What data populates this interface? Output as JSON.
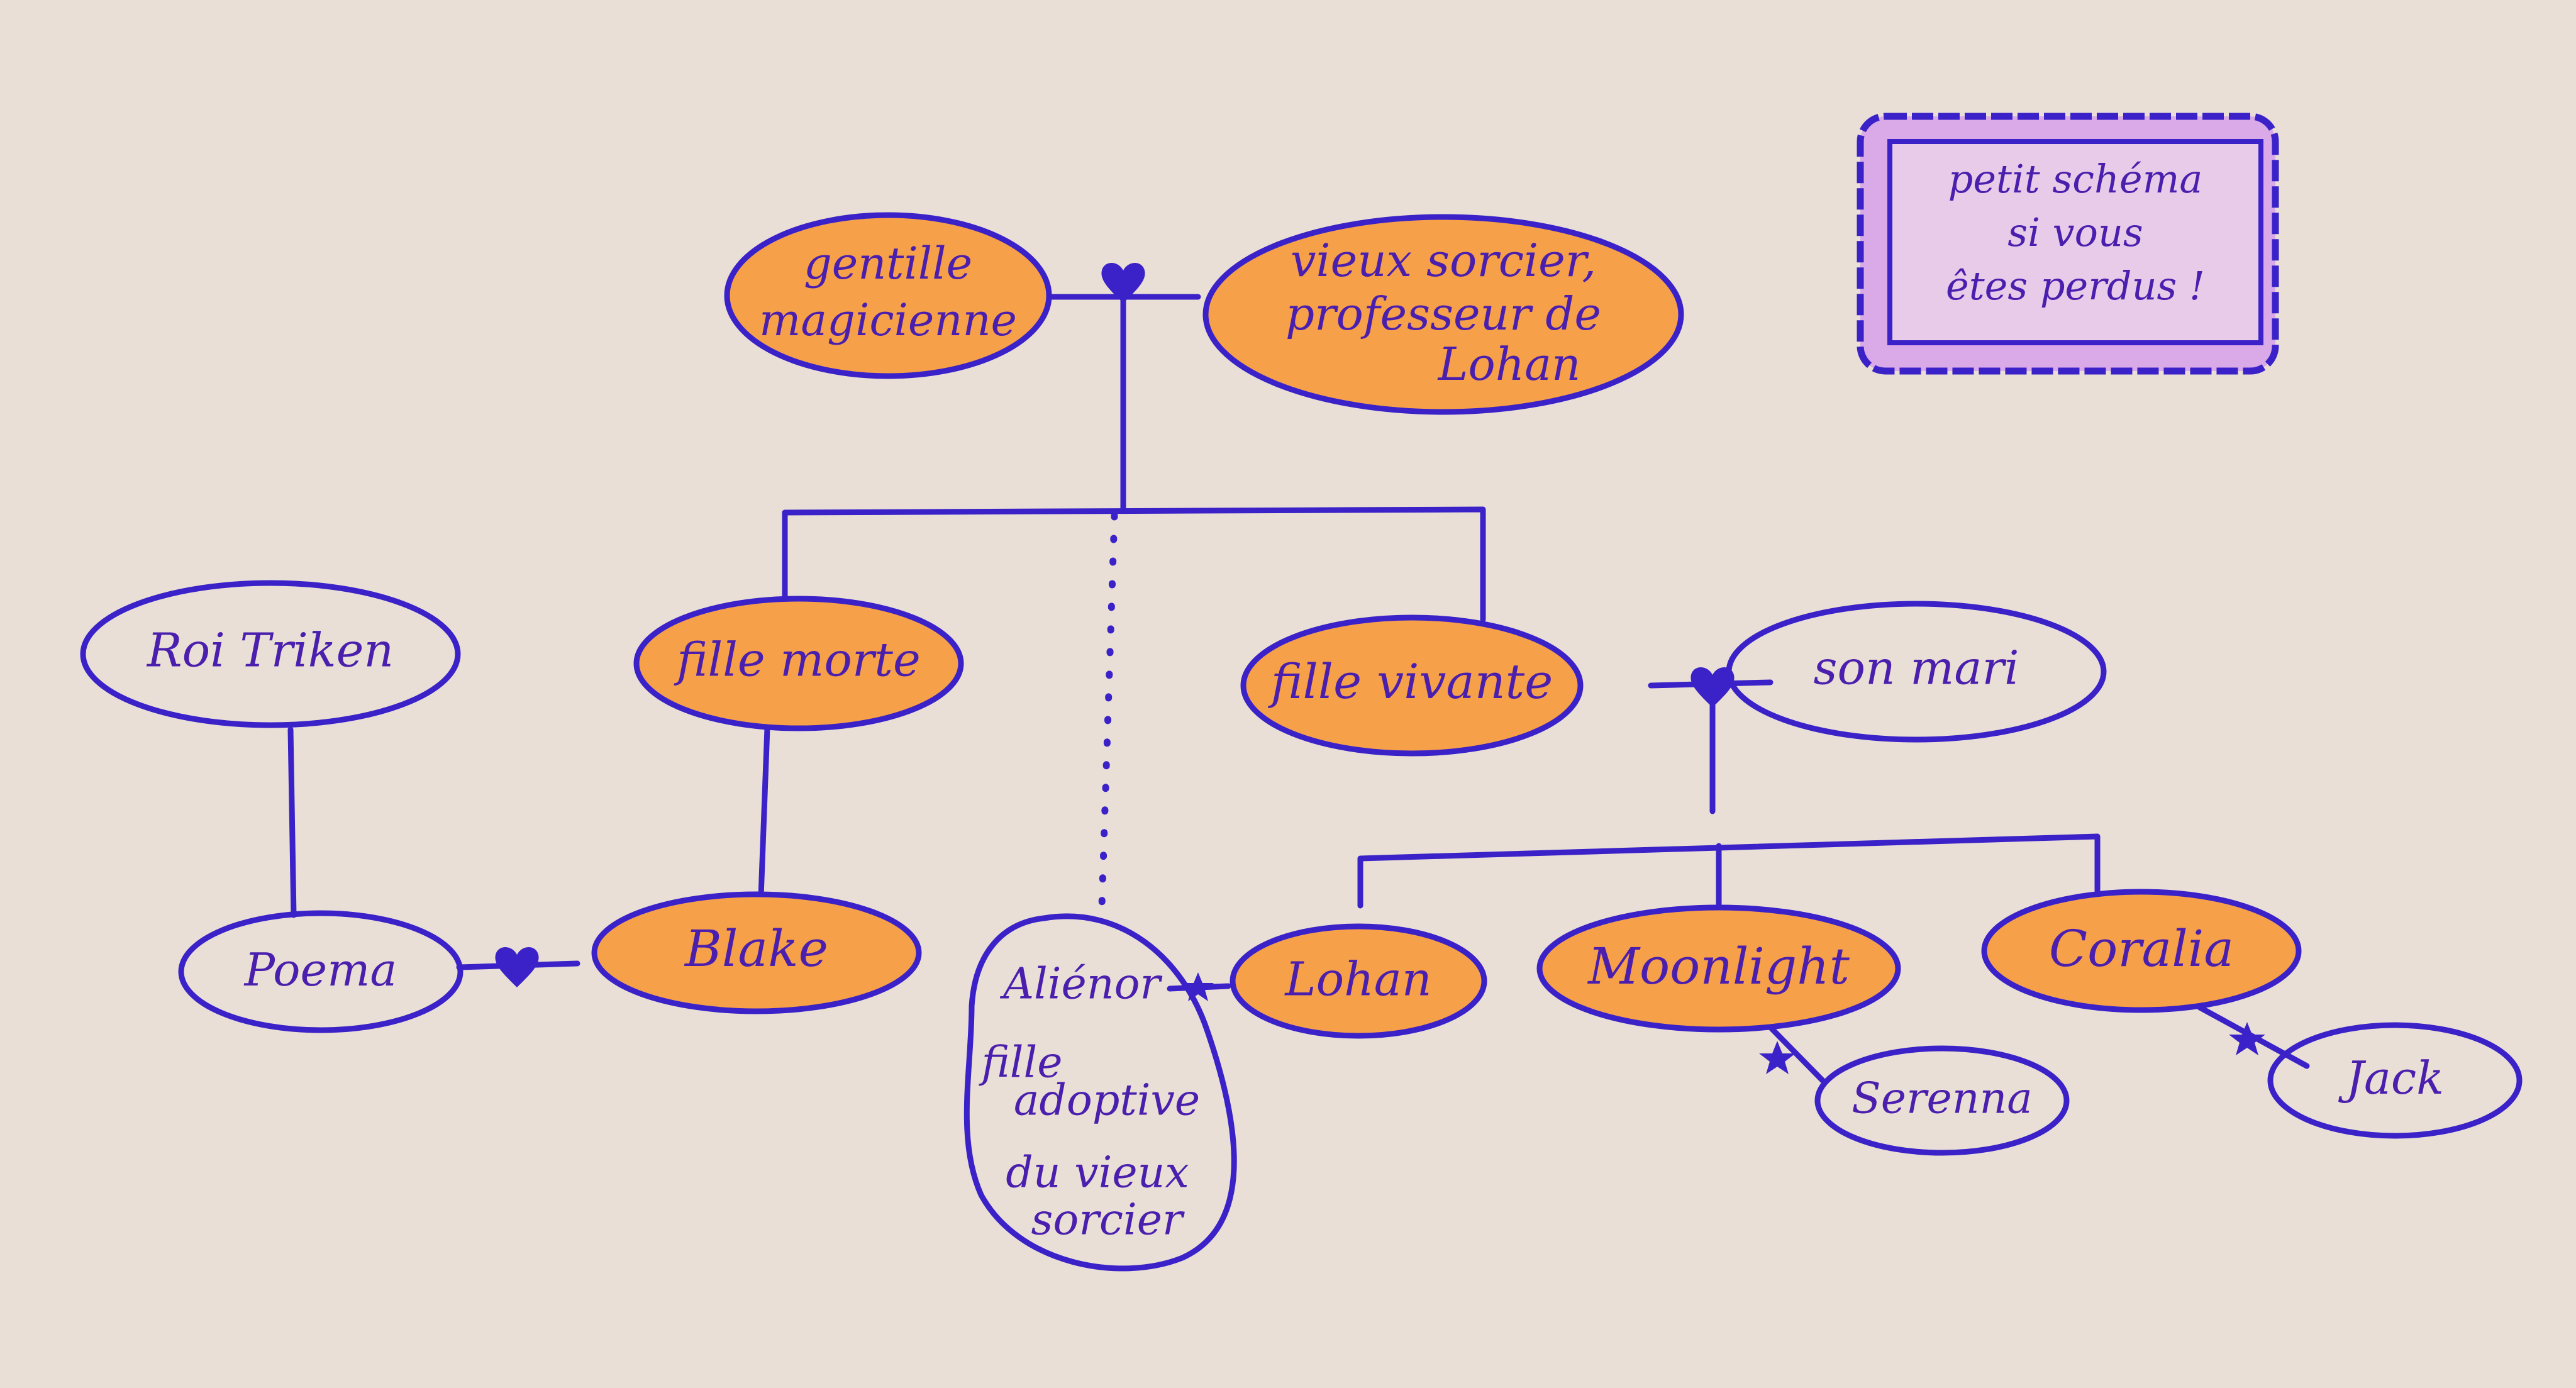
{
  "colors": {
    "paper": "#eadfd6",
    "ink": "#3a22c8",
    "orange_fill": "#f6a04a",
    "pink_fill": "#d9a9e8"
  },
  "note": {
    "lines": [
      "petit schéma",
      "si vous",
      "êtes perdus !"
    ]
  },
  "nodes": {
    "gentille": {
      "lines": [
        "gentille",
        "magicienne"
      ],
      "filled": true
    },
    "vieux": {
      "lines": [
        "vieux sorcier,",
        "professeur de",
        "Lohan"
      ],
      "filled": true
    },
    "fille_morte": {
      "lines": [
        "fille morte"
      ],
      "filled": true
    },
    "fille_vivante": {
      "lines": [
        "fille vivante"
      ],
      "filled": true
    },
    "son_mari": {
      "lines": [
        "son mari"
      ],
      "filled": false
    },
    "roi": {
      "lines": [
        "Roi Triken"
      ],
      "filled": false
    },
    "poema": {
      "lines": [
        "Poema"
      ],
      "filled": false
    },
    "blake": {
      "lines": [
        "Blake"
      ],
      "filled": true
    },
    "alienor": {
      "lines": [
        "Aliénor",
        "fille",
        "adoptive",
        "du vieux",
        "sorcier"
      ],
      "filled": false
    },
    "lohan": {
      "lines": [
        "Lohan"
      ],
      "filled": true
    },
    "moonlight": {
      "lines": [
        "Moonlight"
      ],
      "filled": true
    },
    "coralia": {
      "lines": [
        "Coralia"
      ],
      "filled": true
    },
    "serenna": {
      "lines": [
        "Serenna"
      ],
      "filled": false
    },
    "jack": {
      "lines": [
        "Jack"
      ],
      "filled": false
    }
  }
}
